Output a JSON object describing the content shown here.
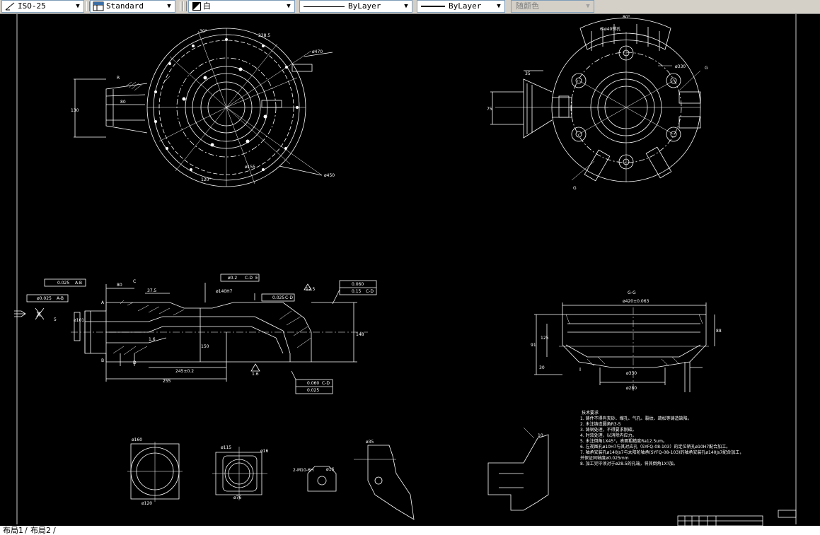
{
  "toolbar": {
    "dimstyle": "ISO-25",
    "tablestyle": "Standard",
    "color": "白",
    "linetype": "ByLayer",
    "lineweight": "ByLayer",
    "plotstyle": "随颜色"
  },
  "drawing": {
    "top_left": {
      "dims": [
        "30°",
        "228.5",
        "ø470",
        "ø450",
        "ø155",
        "R",
        "80",
        "130",
        "120°"
      ]
    },
    "top_right": {
      "dims": [
        "80°",
        "6-ø40销孔",
        "35",
        "75",
        "ø330",
        "G",
        "G"
      ]
    },
    "section": {
      "dims": [
        "0.025",
        "A-B",
        "ø0.025",
        "A-B",
        "ø0.2",
        "C-D",
        "E",
        "0.060",
        "0.15",
        "C-D",
        "0.025",
        "C-D",
        "12.5",
        "80",
        "37.5",
        "245±0.2",
        "255",
        "ø140H7",
        "1.6",
        "1.6",
        "0.060",
        "C-D",
        "0.025",
        "ø101",
        "148",
        "150",
        "A",
        "B",
        "C",
        "D",
        "X",
        "5"
      ]
    },
    "gg": {
      "title": "G-G",
      "dims": [
        "ø420±0.063",
        "ø330",
        "ø280",
        "125",
        "91",
        "88",
        "30"
      ]
    },
    "notes": {
      "title": "技术要求",
      "lines": [
        "1. 铸件不得有夹砂、缩孔、气孔、裂纹、疏松等铸造缺陷。",
        "2. 未注铸造圆角R3-5",
        "3. 铸钢处理，不得要求脱碳。",
        "4. 时效处理，以消除内应力。",
        "5. 未注倒角1X45°，表面粗糙度Ra12.5um。",
        "6. 左视图孔ø10H7与其对应孔（SYFQ-08-103）的定位销孔ø10H7配合加工。",
        "7. 轴承安装孔ø140Js7与太阳轮轴承(SYFQ-08-103)的轴承安装孔ø140Js7配合加工，",
        "   并保证同轴度ø0.025mm",
        "8. 加工完毕须对于ø28.5的孔端，将其倒角1X?加。"
      ]
    },
    "details": {
      "dims": [
        "ø160",
        "ø120",
        "ø115",
        "ø76",
        "ø16",
        "2-M10-6H",
        "ø16",
        "ø35",
        "10"
      ]
    }
  },
  "layout_tabs": [
    "布局1",
    "布局2"
  ]
}
